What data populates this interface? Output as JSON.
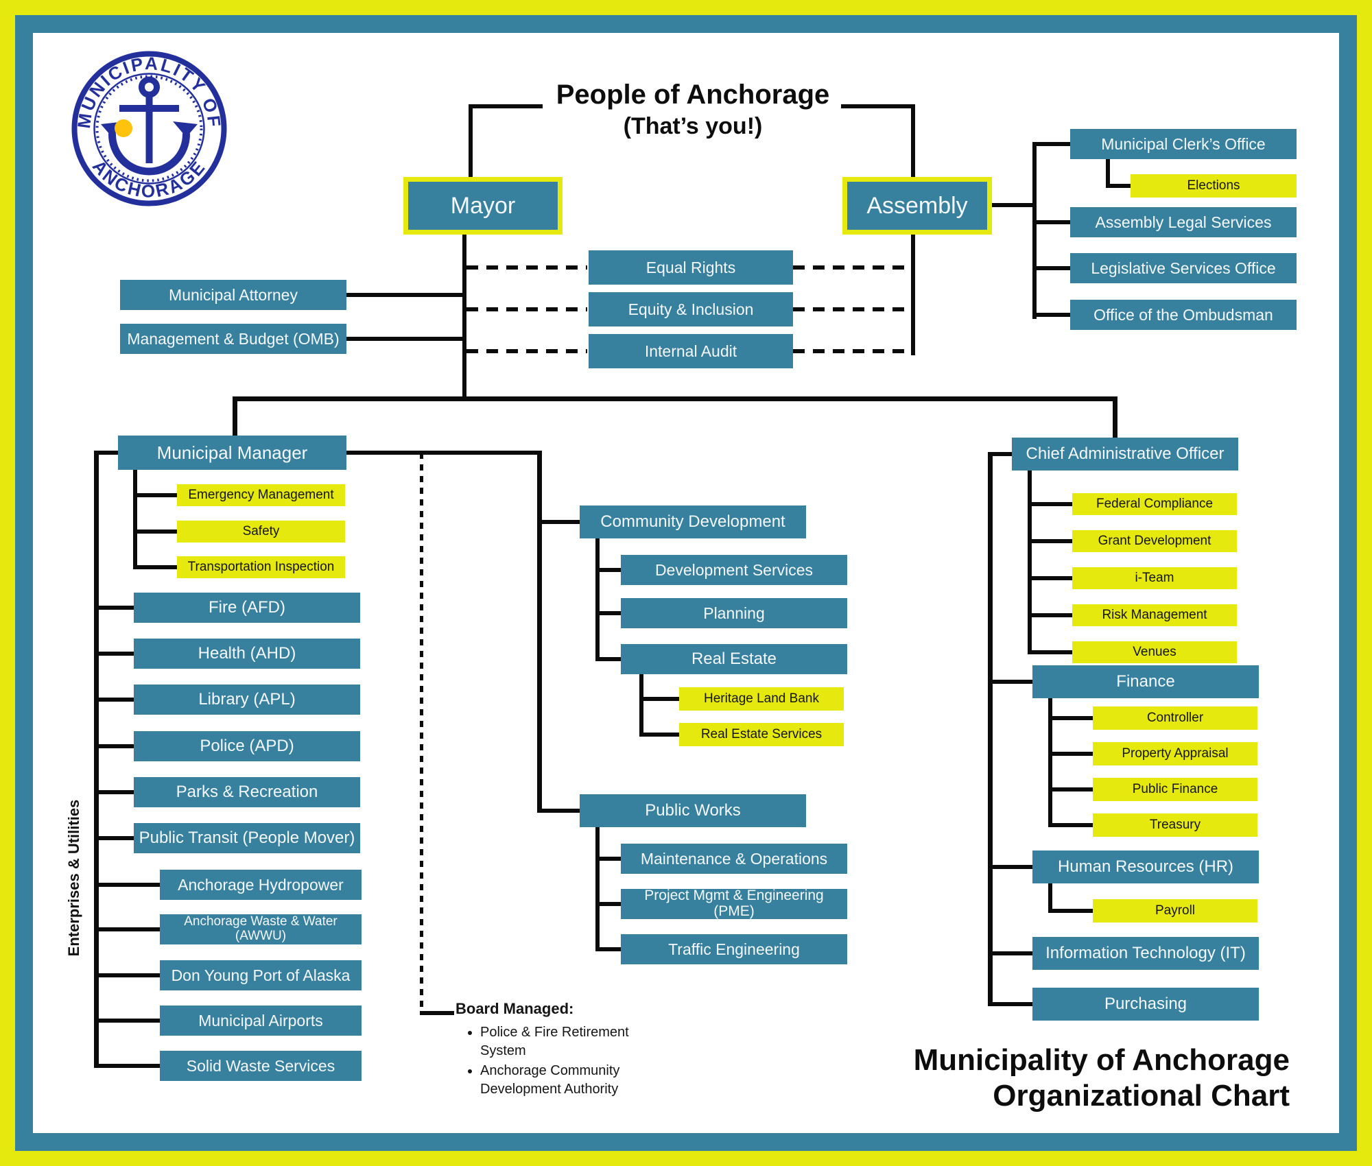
{
  "header": {
    "title": "People of Anchorage",
    "subtitle": "(That’s you!)"
  },
  "logo": {
    "arc_top": "MUNICIPALITY OF",
    "arc_bottom": "ANCHORAGE"
  },
  "top_nodes": {
    "mayor": "Mayor",
    "assembly": "Assembly"
  },
  "mayor_offices": [
    "Municipal Attorney",
    "Management & Budget (OMB)"
  ],
  "shared_offices": [
    "Equal Rights",
    "Equity & Inclusion",
    "Internal Audit"
  ],
  "assembly_offices": {
    "clerk": "Municipal Clerk’s Office",
    "elections": "Elections",
    "legal": "Assembly Legal Services",
    "legislative": "Legislative Services Office",
    "ombudsman": "Office of the Ombudsman"
  },
  "municipal_manager": {
    "label": "Municipal Manager",
    "direct_offices": [
      "Emergency Management",
      "Safety",
      "Transportation Inspection"
    ],
    "departments": [
      "Fire (AFD)",
      "Health (AHD)",
      "Library (APL)",
      "Police (APD)",
      "Parks & Recreation",
      "Public Transit (People Mover)"
    ],
    "enterprises_label": "Enterprises & Utilities",
    "enterprises": [
      "Anchorage Hydropower",
      "Anchorage Waste & Water (AWWU)",
      "Don Young Port of Alaska",
      "Municipal Airports",
      "Solid Waste Services"
    ]
  },
  "community_development": {
    "label": "Community Development",
    "children": [
      "Development Services",
      "Planning",
      "Real Estate"
    ],
    "real_estate_children": [
      "Heritage Land Bank",
      "Real Estate Services"
    ]
  },
  "public_works": {
    "label": "Public Works",
    "children": [
      "Maintenance & Operations",
      "Project Mgmt & Engineering (PME)",
      "Traffic Engineering"
    ]
  },
  "board_managed": {
    "label": "Board Managed:",
    "items": [
      "Police & Fire Retirement System",
      "Anchorage Community Development Authority"
    ]
  },
  "cao": {
    "label": "Chief Administrative Officer",
    "direct_offices": [
      "Federal Compliance",
      "Grant Development",
      "i-Team",
      "Risk Management",
      "Venues"
    ],
    "finance": {
      "label": "Finance",
      "children": [
        "Controller",
        "Property Appraisal",
        "Public Finance",
        "Treasury"
      ]
    },
    "hr": {
      "label": "Human Resources (HR)",
      "children": [
        "Payroll"
      ]
    },
    "it": "Information Technology (IT)",
    "purchasing": "Purchasing"
  },
  "footer": {
    "title_line1": "Municipality of Anchorage",
    "title_line2": "Organizational Chart"
  },
  "colors": {
    "teal": "#37809e",
    "yellow": "#e6e90e",
    "navy": "#232f9b",
    "gold": "#ffc20d",
    "line": "#0b0b0b"
  }
}
